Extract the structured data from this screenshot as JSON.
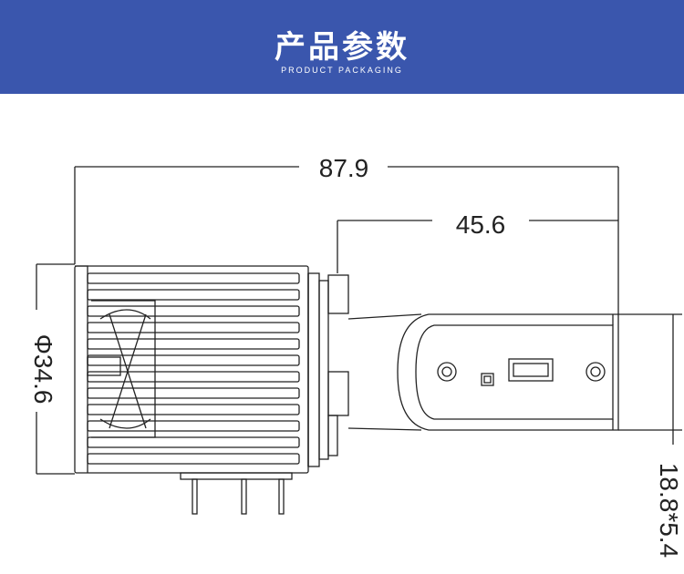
{
  "header": {
    "title": "产品参数",
    "subtitle": "PRODUCT PACKAGING",
    "background_color": "#3a56ad"
  },
  "dimensions": {
    "overall_length": "87.9",
    "plug_length": "45.6",
    "head_diameter": "Φ34.6",
    "board_size": "18.8*5.4"
  },
  "colors": {
    "line": "#222222",
    "background": "#ffffff"
  }
}
